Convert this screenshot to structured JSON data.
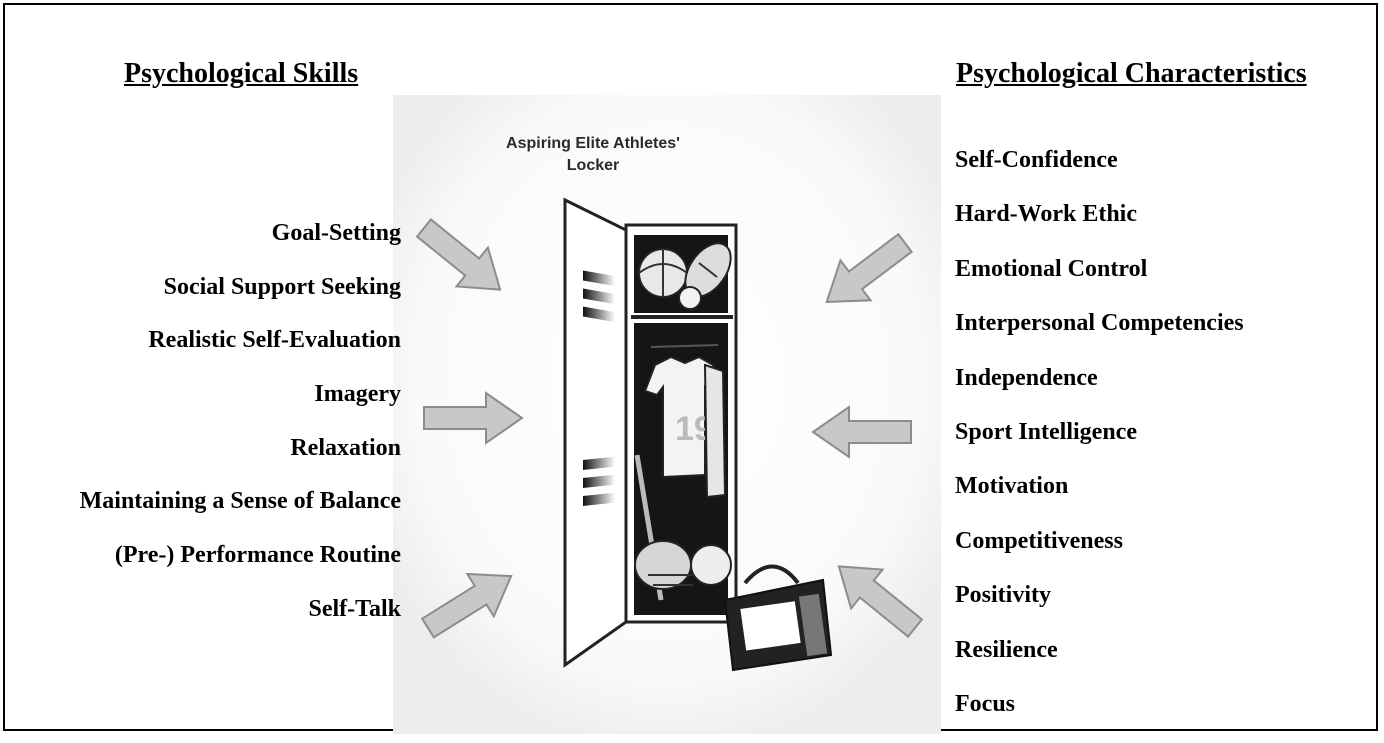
{
  "headings": {
    "skills": "Psychological Skills",
    "characteristics": "Psychological Characteristics"
  },
  "illustration": {
    "title_line1": "Aspiring Elite Athletes'",
    "title_line2": "Locker",
    "icon": "locker-with-sports-equipment"
  },
  "skills": [
    "Goal-Setting",
    "Social Support Seeking",
    "Realistic Self-Evaluation",
    "Imagery",
    "Relaxation",
    "Maintaining a Sense of Balance",
    "(Pre-) Performance Routine",
    "Self-Talk"
  ],
  "characteristics": [
    "Self-Confidence",
    "Hard-Work  Ethic",
    "Emotional Control",
    "Interpersonal Competencies",
    "Independence",
    "Sport Intelligence",
    "Motivation",
    "Competitiveness",
    "Positivity",
    "Resilience",
    "Focus"
  ],
  "colors": {
    "arrow_fill": "#c8c8c8",
    "arrow_stroke": "#8c8c8c",
    "locker_fill": "#ffffff",
    "locker_interior": "#141414"
  }
}
